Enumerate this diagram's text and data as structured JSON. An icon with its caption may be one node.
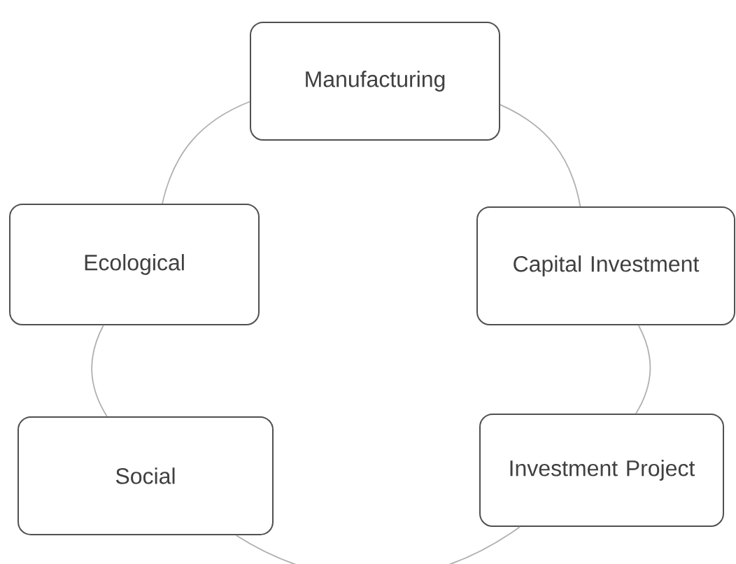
{
  "diagram": {
    "nodes": [
      {
        "text": [
          "Manufacturing"
        ]
      },
      {
        "text": [
          "Capital Investment"
        ]
      },
      {
        "text": [
          "Investment Project"
        ]
      },
      {
        "text": [
          "Social"
        ]
      },
      {
        "text": [
          "Ecological"
        ]
      }
    ],
    "edges": [
      {
        "from": 0,
        "to": 1,
        "arrow": "none"
      },
      {
        "from": 1,
        "to": 2,
        "arrow": "none"
      },
      {
        "from": 2,
        "to": 3,
        "arrow": "none"
      },
      {
        "from": 3,
        "to": 4,
        "arrow": "none"
      },
      {
        "from": 4,
        "to": 0,
        "arrow": "none"
      }
    ]
  }
}
